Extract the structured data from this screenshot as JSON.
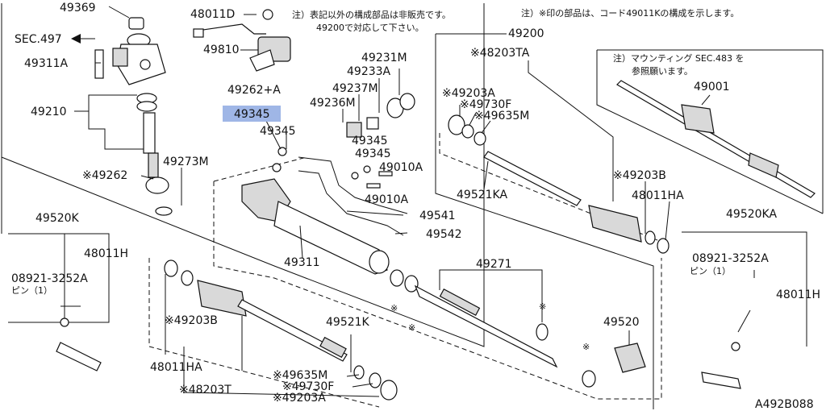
{
  "notes": {
    "top_center_line1": "注）表記以外の構成部品は非販売です。",
    "top_center_line2": "49200で対応して下さい。",
    "top_right": "注）※印の部品は、コード49011Kの構成を示します。",
    "mounting_line1": "注）マウンティング SEC.483 を",
    "mounting_line2": "参照願います。"
  },
  "labels": {
    "p49369": "49369",
    "sec497": "SEC.497",
    "p49311A": "49311A",
    "p49210": "49210",
    "p49262s": "※49262",
    "p49273M": "49273M",
    "p48011D": "48011D",
    "p49810": "49810",
    "p49262A": "49262+A",
    "p49345hl": "49345",
    "p49345a": "49345",
    "p49345b": "49345",
    "p49345c": "49345",
    "p49231M": "49231M",
    "p49233A": "49233A",
    "p49237M": "49237M",
    "p49236M": "49236M",
    "p49010Aa": "49010A",
    "p49010Ab": "49010A",
    "p49541": "49541",
    "p49542": "49542",
    "p49311": "49311",
    "p49200": "49200",
    "p48203TA": "※48203TA",
    "p49203Aa": "※49203A",
    "p49730Fa": "※49730F",
    "p49635Ma": "※49635M",
    "p49521KA": "49521KA",
    "p49203Ba": "※49203B",
    "p48011HAa": "48011HA",
    "p49001": "49001",
    "p49520KA": "49520KA",
    "p08921R": "08921-3252A",
    "pinR": "ピン（1）",
    "p48011Hr": "48011H",
    "p49520K": "49520K",
    "p48011Hl": "48011H",
    "p08921L": "08921-3252A",
    "pinL": "ピン（1）",
    "p49271": "49271",
    "p49521K": "49521K",
    "p49203Bb": "※49203B",
    "p48011HAb": "48011HA",
    "p48203T": "※48203T",
    "p49635Mb": "※49635M",
    "p49730Fb": "※49730F",
    "p49203Ab": "※49203A",
    "p49520": "49520",
    "ast1": "※",
    "ast2": "※",
    "ast3": "※",
    "ast4": "※",
    "figcode": "A492B088"
  }
}
